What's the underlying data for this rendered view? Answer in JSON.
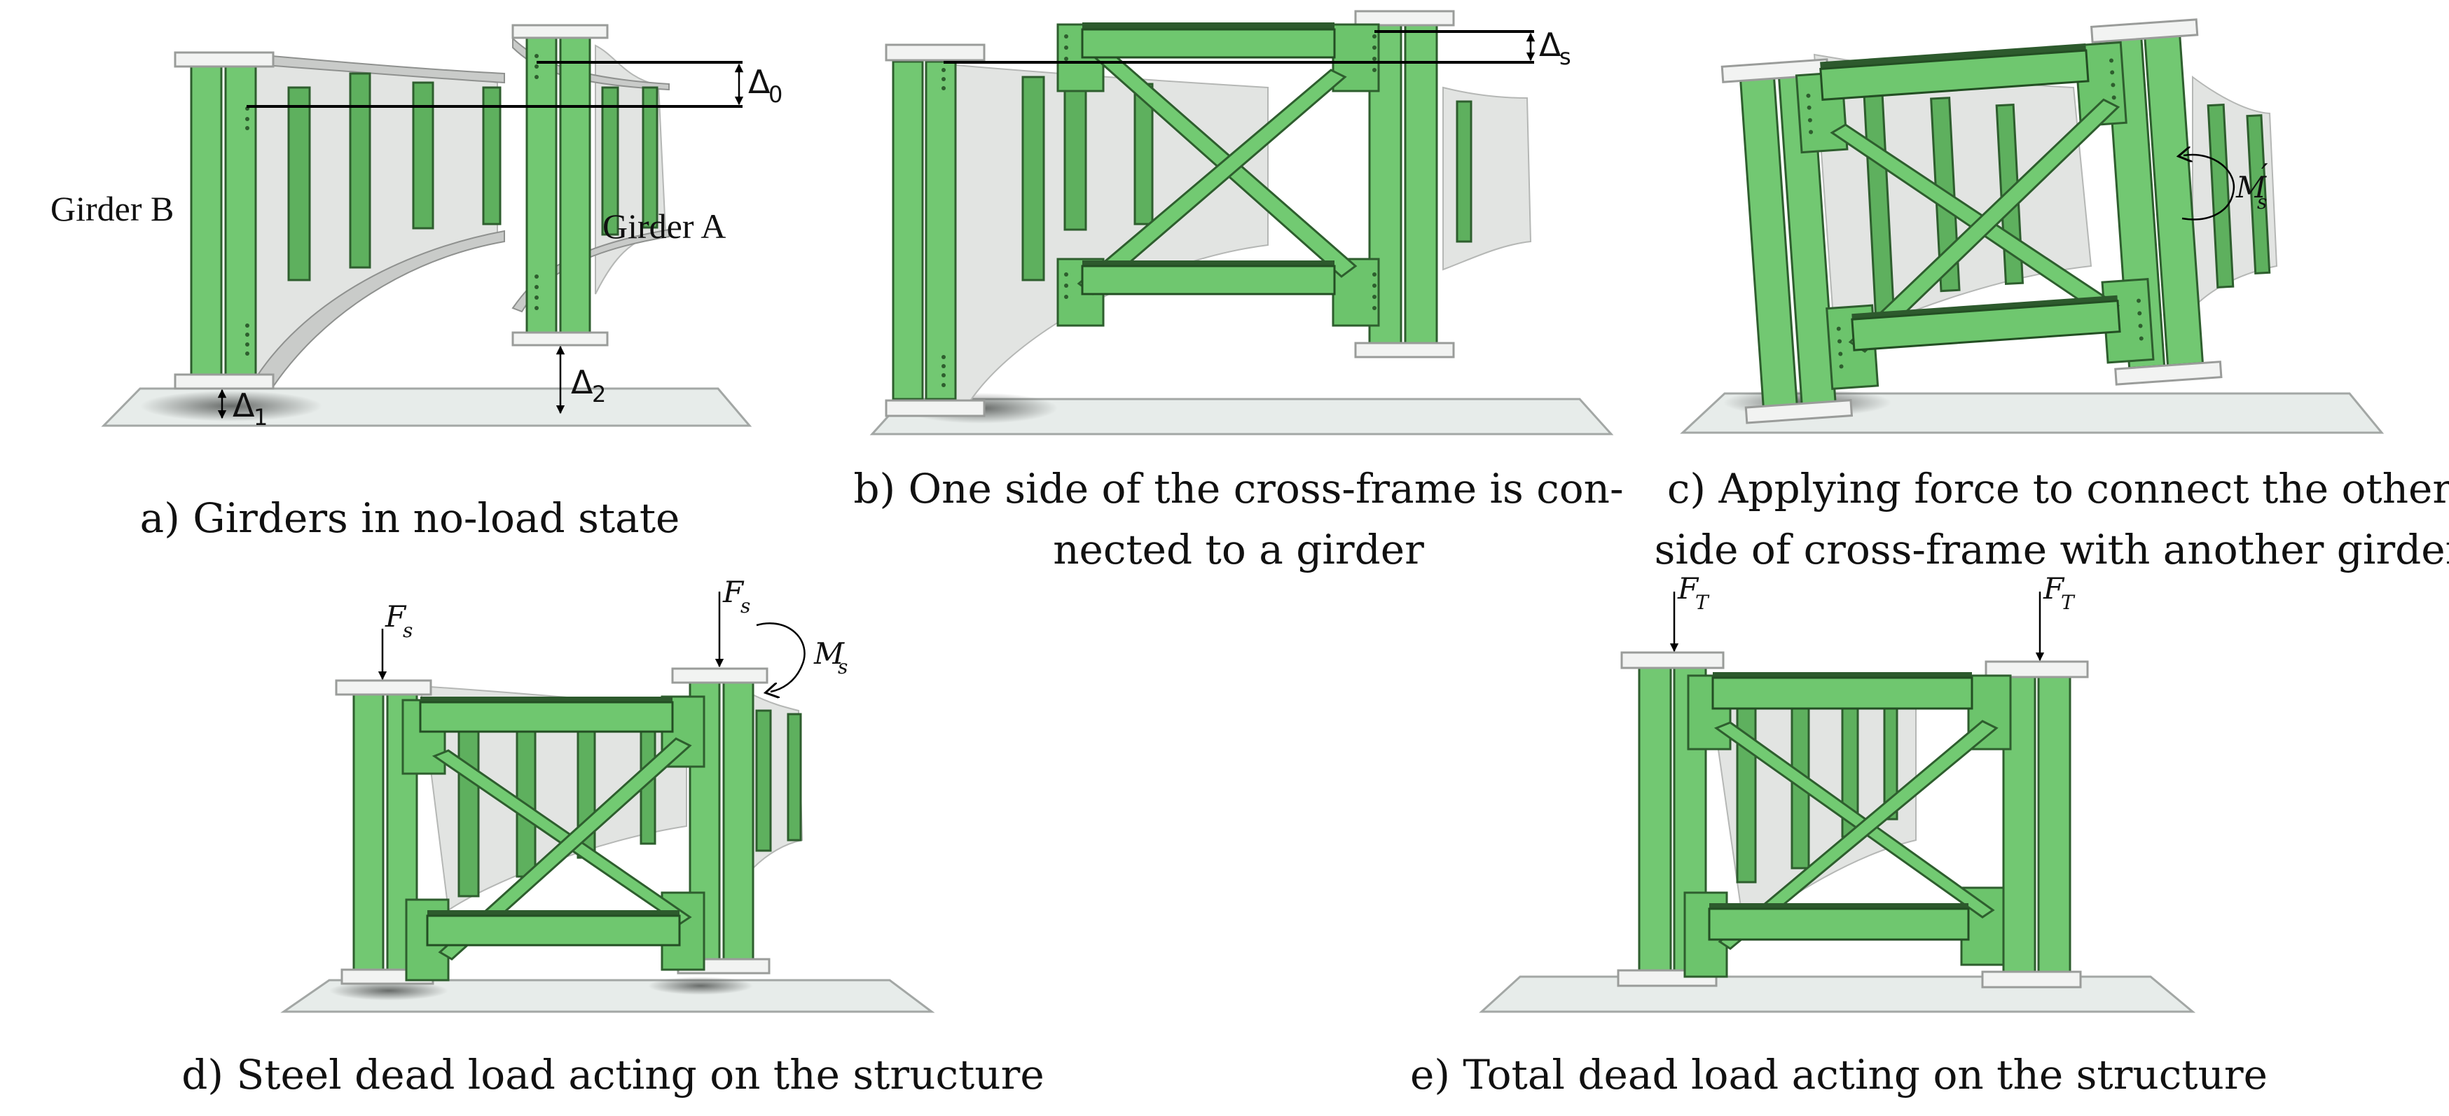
{
  "figure": {
    "colors": {
      "steel_green": "#72c872",
      "stiffener_green": "#5eb05e",
      "outline_green": "#2e5e2e",
      "web_gray": "#e2e4e2",
      "flange_white": "#f2f3f2",
      "ground": "#e7ecea",
      "annotation": "#000000"
    },
    "panels": [
      {
        "id": "a",
        "caption": "a) Girders in no-load state",
        "labels": {
          "girder_b": "Girder B",
          "girder_a": "Girder A",
          "delta0_sym": "Δ",
          "delta0_sub": "0",
          "delta1_sym": "Δ",
          "delta1_sub": "1",
          "delta2_sym": "Δ",
          "delta2_sub": "2"
        }
      },
      {
        "id": "b",
        "caption_line1": "b) One side of the cross-frame is con-",
        "caption_line2": "nected to a girder",
        "labels": {
          "deltas_sym": "Δ",
          "deltas_sub": "s"
        }
      },
      {
        "id": "c",
        "caption_line1": "c) Applying force to connect the other",
        "caption_line2": "side of cross-frame with another girder",
        "labels": {
          "moment_sym": "M",
          "moment_sub": "s",
          "moment_prime": "′"
        }
      },
      {
        "id": "d",
        "caption": "d) Steel dead load acting on the structure",
        "labels": {
          "force_left_sym": "F",
          "force_left_sub": "s",
          "force_right_sym": "F",
          "force_right_sub": "s",
          "moment_sym": "M",
          "moment_sub": "s"
        }
      },
      {
        "id": "e",
        "caption": "e) Total dead load acting on the structure",
        "labels": {
          "force_left_sym": "F",
          "force_left_sub": "T",
          "force_right_sym": "F",
          "force_right_sub": "T"
        }
      }
    ]
  }
}
